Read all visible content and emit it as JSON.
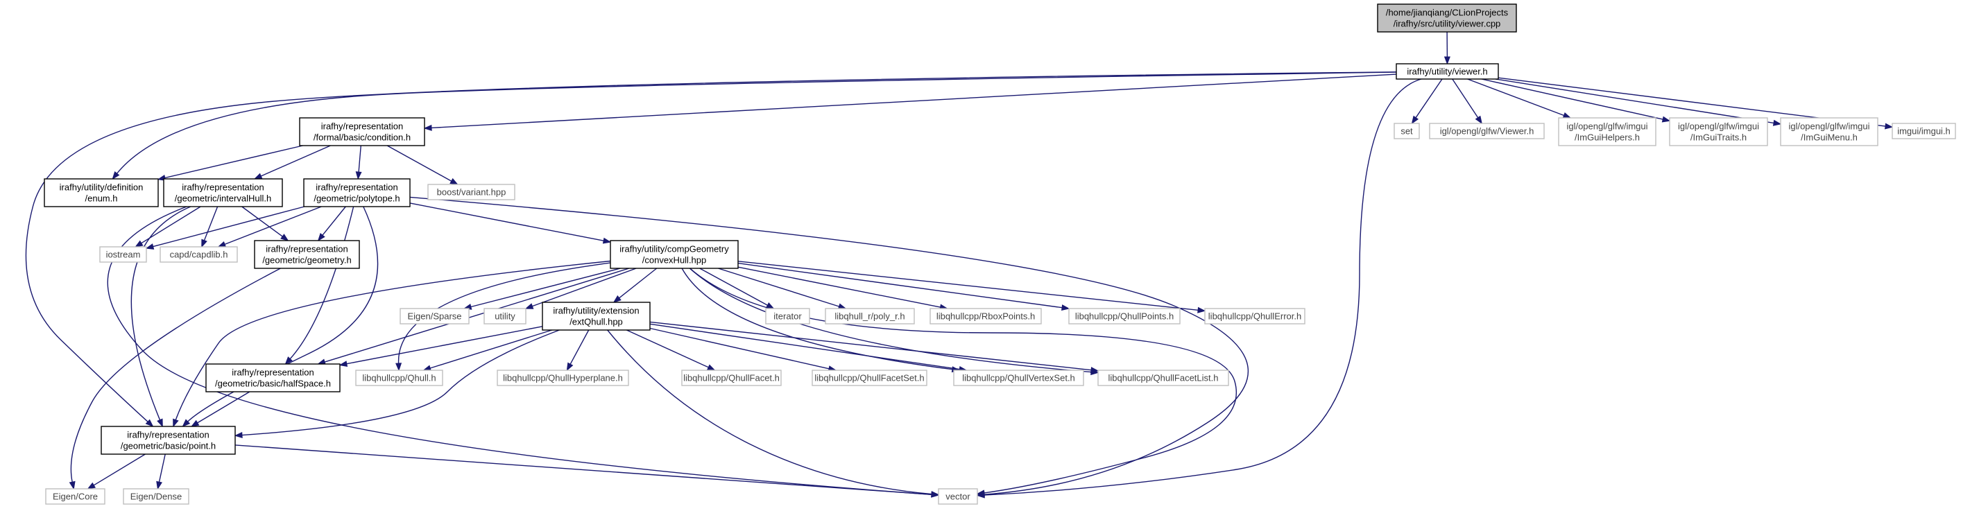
{
  "colors": {
    "edge": "#191970",
    "root_fill": "#bfbfbf",
    "root_border": "#000000",
    "documented_border": "#000000",
    "external_border": "#bfbfbf",
    "external_text": "#444444"
  },
  "nodes": {
    "viewer_cpp": [
      "/home/jianqiang/CLionProjects",
      "/irafhy/src/utility/viewer.cpp"
    ],
    "viewer_h": [
      "irafhy/utility/viewer.h"
    ],
    "condition_h": [
      "irafhy/representation",
      "/formal/basic/condition.h"
    ],
    "set": [
      "set"
    ],
    "viewer_glfw": [
      "igl/opengl/glfw/Viewer.h"
    ],
    "imguihelpers": [
      "igl/opengl/glfw/imgui",
      "/ImGuiHelpers.h"
    ],
    "imguitraits": [
      "igl/opengl/glfw/imgui",
      "/ImGuiTraits.h"
    ],
    "imguimenu": [
      "igl/opengl/glfw/imgui",
      "/ImGuiMenu.h"
    ],
    "imgui": [
      "imgui/imgui.h"
    ],
    "enum_h": [
      "irafhy/utility/definition",
      "/enum.h"
    ],
    "intervalhull": [
      "irafhy/representation",
      "/geometric/intervalHull.h"
    ],
    "polytope": [
      "irafhy/representation",
      "/geometric/polytope.h"
    ],
    "boost_variant": [
      "boost/variant.hpp"
    ],
    "iostream": [
      "iostream"
    ],
    "capdlib": [
      "capd/capdlib.h"
    ],
    "geometry_h": [
      "irafhy/representation",
      "/geometric/geometry.h"
    ],
    "convexhull": [
      "irafhy/utility/compGeometry",
      "/convexHull.hpp"
    ],
    "eigen_sparse": [
      "Eigen/Sparse"
    ],
    "utility": [
      "utility"
    ],
    "extqhull": [
      "irafhy/utility/extension",
      "/extQhull.hpp"
    ],
    "iterator": [
      "iterator"
    ],
    "poly_r": [
      "libqhull_r/poly_r.h"
    ],
    "rboxpoints": [
      "libqhullcpp/RboxPoints.h"
    ],
    "qhullpoints": [
      "libqhullcpp/QhullPoints.h"
    ],
    "qhullerror": [
      "libqhullcpp/QhullError.h"
    ],
    "halfspace": [
      "irafhy/representation",
      "/geometric/basic/halfSpace.h"
    ],
    "qhull_h": [
      "libqhullcpp/Qhull.h"
    ],
    "qhullhyperplane": [
      "libqhullcpp/QhullHyperplane.h"
    ],
    "qhullfacet": [
      "libqhullcpp/QhullFacet.h"
    ],
    "qhullfacetset": [
      "libqhullcpp/QhullFacetSet.h"
    ],
    "qhullvertexset": [
      "libqhullcpp/QhullVertexSet.h"
    ],
    "qhullfacetlist": [
      "libqhullcpp/QhullFacetList.h"
    ],
    "point_h": [
      "irafhy/representation",
      "/geometric/basic/point.h"
    ],
    "eigen_core": [
      "Eigen/Core"
    ],
    "eigen_dense": [
      "Eigen/Dense"
    ],
    "vector": [
      "vector"
    ]
  }
}
